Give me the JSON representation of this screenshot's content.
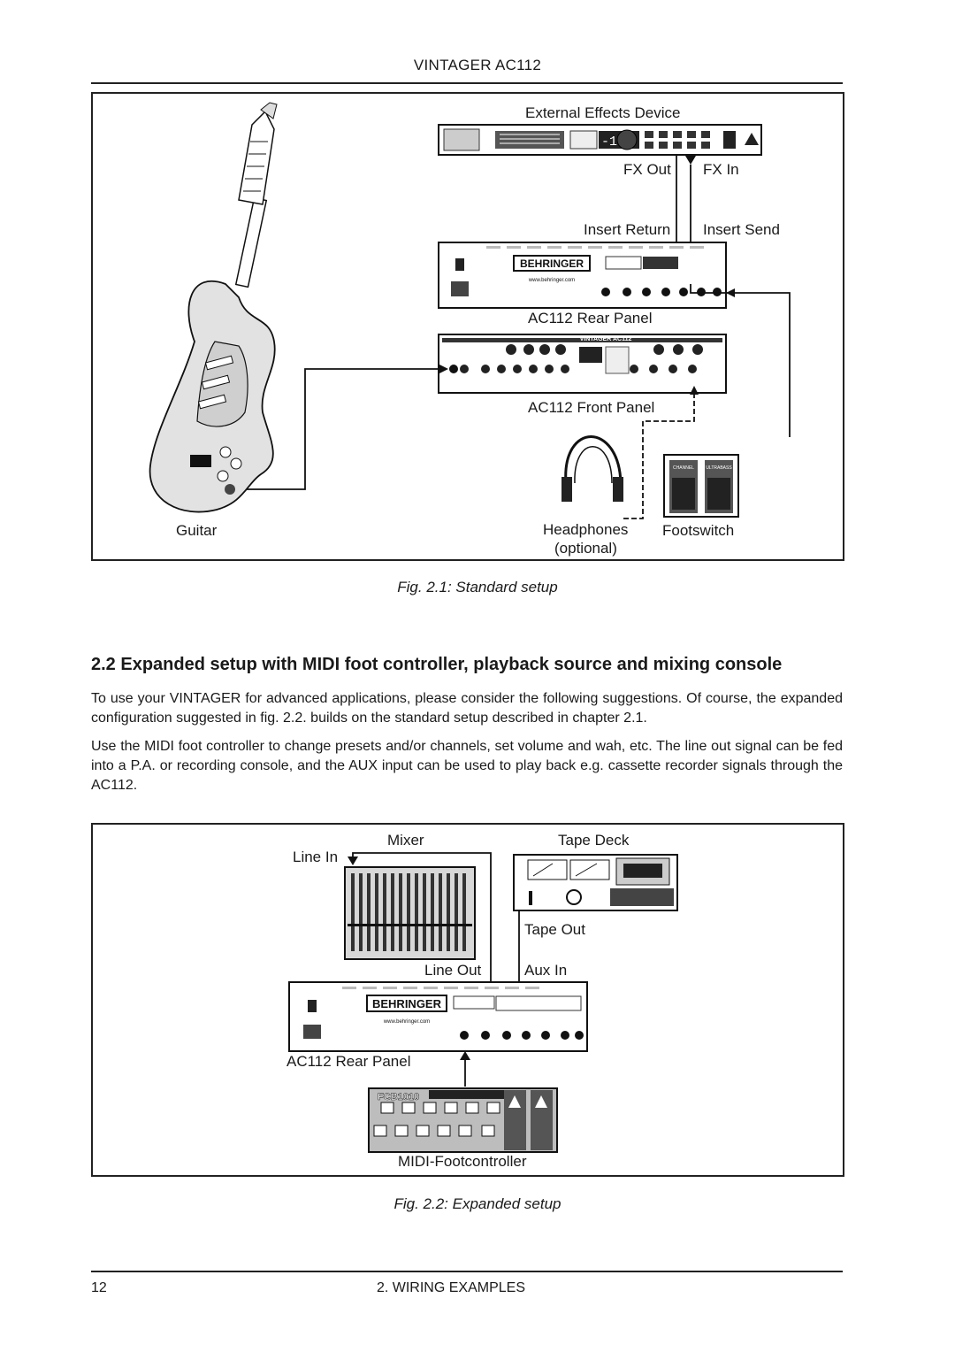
{
  "header": {
    "title": "VINTAGER AC112"
  },
  "figure1": {
    "labels": {
      "external_fx": "External Effects Device",
      "fx_out": "FX Out",
      "fx_in": "FX In",
      "insert_return": "Insert Return",
      "insert_send": "Insert Send",
      "rear_panel": "AC112 Rear Panel",
      "front_panel": "AC112 Front Panel",
      "guitar": "Guitar",
      "headphones": "Headphones",
      "optional": "(optional)",
      "footswitch": "Footswitch"
    },
    "device_text": {
      "brand": "BEHRINGER",
      "website": "www.behringer.com",
      "model": "VINTAGER AC112",
      "fx_display": "-188",
      "pedal_a": "CHANNEL",
      "pedal_b": "ULTRABASS"
    },
    "caption": "Fig. 2.1: Standard setup"
  },
  "section": {
    "heading": "2.2   Expanded setup with MIDI foot controller, playback source and mixing console",
    "paragraphs": [
      "To use your VINTAGER for advanced applications, please consider the following suggestions. Of course, the expanded configuration suggested in fig. 2.2. builds on the standard setup described in chapter 2.1.",
      "Use the MIDI foot controller to change presets and/or channels, set volume and wah, etc. The line out signal can be fed into a P.A. or recording console, and the AUX input can be used to play back e.g. cassette recorder signals through the AC112."
    ]
  },
  "figure2": {
    "labels": {
      "mixer": "Mixer",
      "tape_deck": "Tape Deck",
      "line_in": "Line In",
      "tape_out": "Tape Out",
      "line_out": "Line Out",
      "aux_in": "Aux In",
      "rear_panel": "AC112 Rear Panel",
      "midi_fc": "MIDI-Footcontroller"
    },
    "device_text": {
      "brand": "BEHRINGER",
      "website": "www.behringer.com",
      "fcb": "FCB1010"
    },
    "caption": "Fig. 2.2: Expanded setup"
  },
  "footer": {
    "page": "12",
    "chapter": "2.  WIRING EXAMPLES"
  }
}
